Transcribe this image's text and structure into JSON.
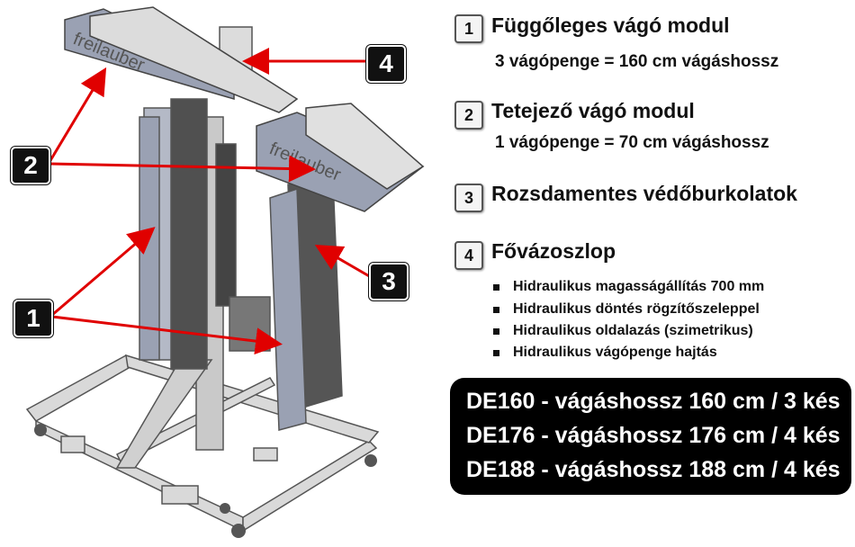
{
  "callouts": [
    "1",
    "2",
    "3",
    "4"
  ],
  "logo_text": "freilauber",
  "items": [
    {
      "num": "1",
      "title": "Függőleges vágó modul",
      "sub": "3 vágópenge = 160 cm vágáshossz"
    },
    {
      "num": "2",
      "title": "Tetejező vágó modul",
      "sub": "1 vágópenge = 70 cm vágáshossz"
    },
    {
      "num": "3",
      "title": "Rozsdamentes védőburkolatok"
    },
    {
      "num": "4",
      "title": "Fővázoszlop",
      "bullets": [
        "Hidraulikus magasságállítás 700 mm",
        "Hidraulikus döntés rögzítőszeleppel",
        "Hidraulikus oldalazás (szimetrikus)",
        "Hidraulikus vágópenge hajtás"
      ]
    }
  ],
  "models": [
    "DE160 - vágáshossz 160 cm / 3 kés",
    "DE176 - vágáshossz 176 cm / 4 kés",
    "DE188 - vágáshossz 188 cm / 4 kés"
  ],
  "colors": {
    "arrow": "#e00000",
    "metal": "#9aa1b3",
    "badge": "#111111"
  }
}
